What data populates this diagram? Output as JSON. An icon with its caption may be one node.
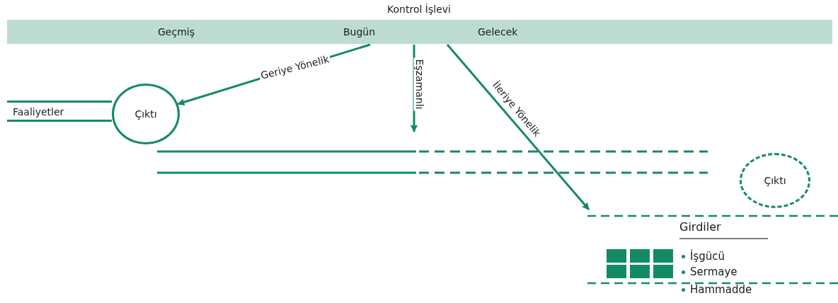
{
  "diagram": {
    "title": "Kontrol İşlevi",
    "nodes": [
      {
        "text": [
          "Geçmiş",
          "Bugün",
          "Gelecek"
        ]
      },
      {
        "text": [
          "Faaliyetler"
        ]
      },
      {
        "text": [
          "Çıktı"
        ]
      },
      {
        "text": [
          "Çıktı"
        ]
      },
      {
        "text": [
          "Girdiler",
          "İşgücü",
          "Sermaye",
          "Hammadde"
        ]
      }
    ],
    "edges": [
      {
        "from": 0,
        "to": 2,
        "arrow": "to",
        "label": "Geriye Yönelik"
      },
      {
        "from": 0,
        "to": null,
        "arrow": "to",
        "label": "Eşzamanlı"
      },
      {
        "from": 0,
        "to": 4,
        "arrow": "to",
        "label": "İleriye Yönelik"
      }
    ]
  }
}
